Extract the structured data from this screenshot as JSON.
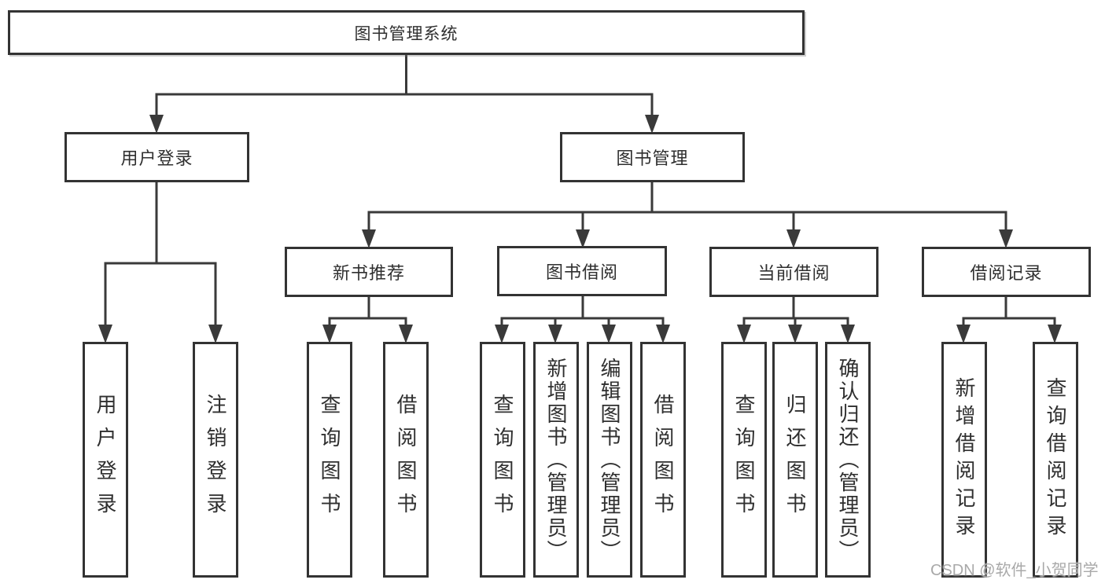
{
  "tree": {
    "label": "图书管理系统",
    "children": [
      {
        "label": "用户登录",
        "children": [
          {
            "label": "用户登录"
          },
          {
            "label": "注销登录"
          }
        ]
      },
      {
        "label": "图书管理",
        "children": [
          {
            "label": "新书推荐",
            "children": [
              {
                "label": "查询图书"
              },
              {
                "label": "借阅图书"
              }
            ]
          },
          {
            "label": "图书借阅",
            "children": [
              {
                "label": "查询图书"
              },
              {
                "label": "新增图书（管理员）"
              },
              {
                "label": "编辑图书（管理员）"
              },
              {
                "label": "借阅图书"
              }
            ]
          },
          {
            "label": "当前借阅",
            "children": [
              {
                "label": "查询图书"
              },
              {
                "label": "归还图书"
              },
              {
                "label": "确认归还（管理员）"
              }
            ]
          },
          {
            "label": "借阅记录",
            "children": [
              {
                "label": "新增借阅记录"
              },
              {
                "label": "查询借阅记录"
              }
            ]
          }
        ]
      }
    ]
  },
  "watermark": {
    "text": "CSDN @软件_小贺同学"
  },
  "colors": {
    "line": "#3a3a3a",
    "box_border": "#333333",
    "box_fill": "#ffffff",
    "text": "#2f2f2f",
    "watermark": "#a9a9a9"
  }
}
